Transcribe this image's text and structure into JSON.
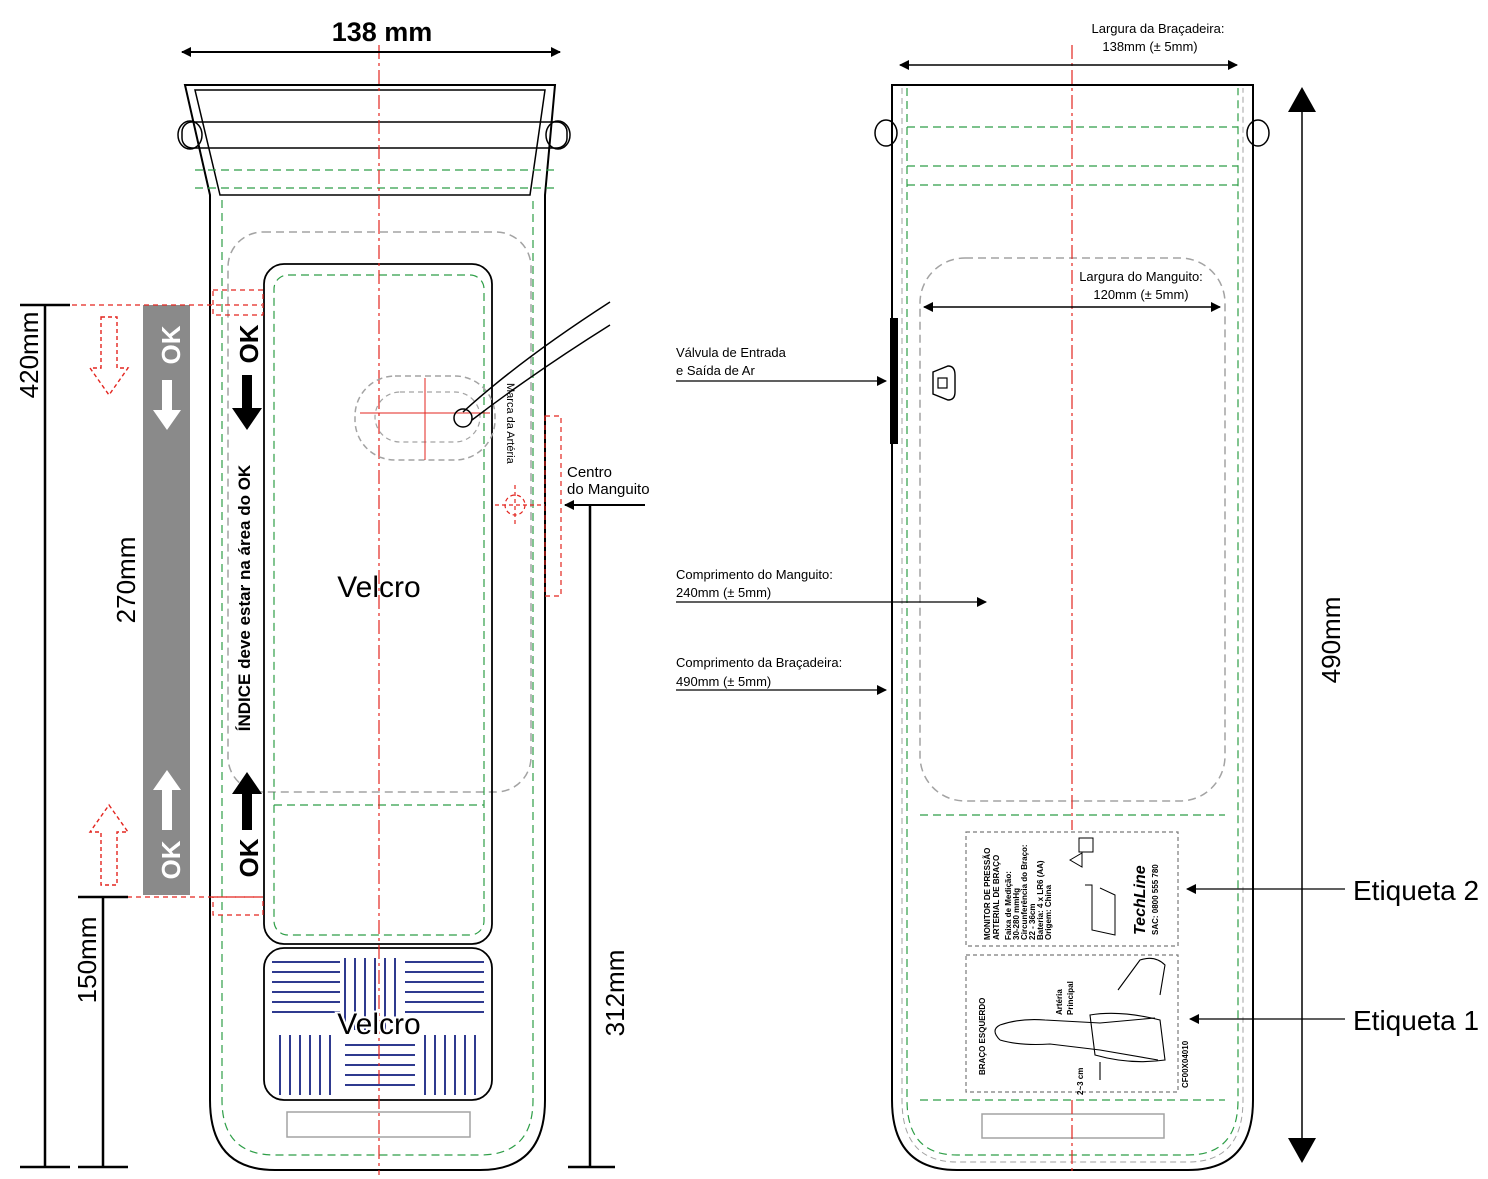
{
  "left_cuff": {
    "width_label": "138 mm",
    "dim_420": "420mm",
    "dim_270": "270mm",
    "dim_150": "150mm",
    "dim_312": "312mm",
    "ok_label": "OK",
    "index_text": "ÍNDICE deve estar na área do OK",
    "velcro_top": "Velcro",
    "velcro_bottom": "Velcro",
    "artery_mark": "Marca da Artéria",
    "center_label_1": "Centro",
    "center_label_2": "do Manguito"
  },
  "right_cuff": {
    "bracadeira_width_1": "Largura da Braçadeira:",
    "bracadeira_width_2": "138mm (± 5mm)",
    "manguito_width_1": "Largura do Manguito:",
    "manguito_width_2": "120mm (± 5mm)",
    "valve_1": "Válvula de Entrada",
    "valve_2": "e Saída de Ar",
    "manguito_length_1": "Comprimento do Manguito:",
    "manguito_length_2": "240mm (± 5mm)",
    "bracadeira_length_1": "Comprimento da Braçadeira:",
    "bracadeira_length_2": "490mm (± 5mm)",
    "dim_490": "490mm",
    "etiqueta_2": "Etiqueta 2",
    "etiqueta_1": "Etiqueta 1",
    "label2": {
      "title_1": "MONITOR DE PRESSÃO",
      "title_2": "ARTERIAL DE BRAÇO",
      "line_1": "Faixa de Medição:",
      "line_2": "30-280 mmHg",
      "line_3": "Circunferência do Braço:",
      "line_4": "22 - 36cm",
      "line_5": "Bateria: 4 x LR6 (AA)",
      "line_6": "Origem: China",
      "brand": "TechLine",
      "sac": "SAC: 0800 555 780"
    },
    "label1": {
      "side": "BRAÇO ESQUERDO",
      "artery_1": "Artéria",
      "artery_2": "Principal",
      "distance": "2~3 cm",
      "code": "CF00X04010"
    }
  },
  "colors": {
    "green_dash": "#2e9e47",
    "red_dash": "#e3251f",
    "gray_dash": "#a3a3a3",
    "gray_band": "#8a8a8a",
    "velcro_blue": "#2f3a8f"
  }
}
